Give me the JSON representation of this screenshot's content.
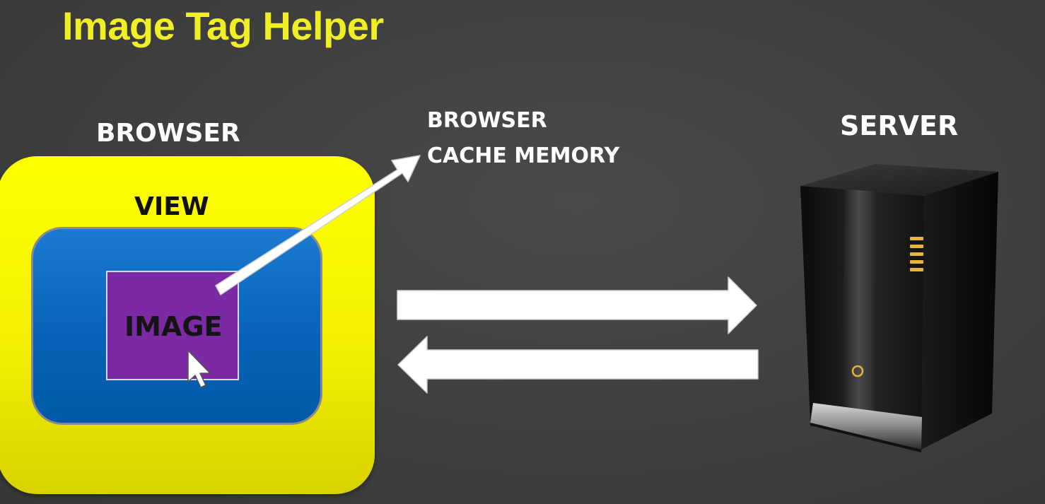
{
  "title": "Image Tag Helper",
  "labels": {
    "browser": "BROWSER",
    "cache_line1": "BROWSER",
    "cache_line2": "CACHE MEMORY",
    "server": "SERVER",
    "view": "VIEW",
    "image": "IMAGE"
  },
  "colors": {
    "title": "#f0ee24",
    "browser_box": "#ffff00",
    "view_box": "#0b66bd",
    "image_box": "#7b2aa3",
    "arrows": "#ffffff",
    "background": "#414141",
    "server_led": "#e8b43a"
  },
  "icons": [
    "mouse-cursor-icon",
    "server-icon",
    "arrow-right",
    "arrow-left",
    "arrow-diagonal"
  ]
}
